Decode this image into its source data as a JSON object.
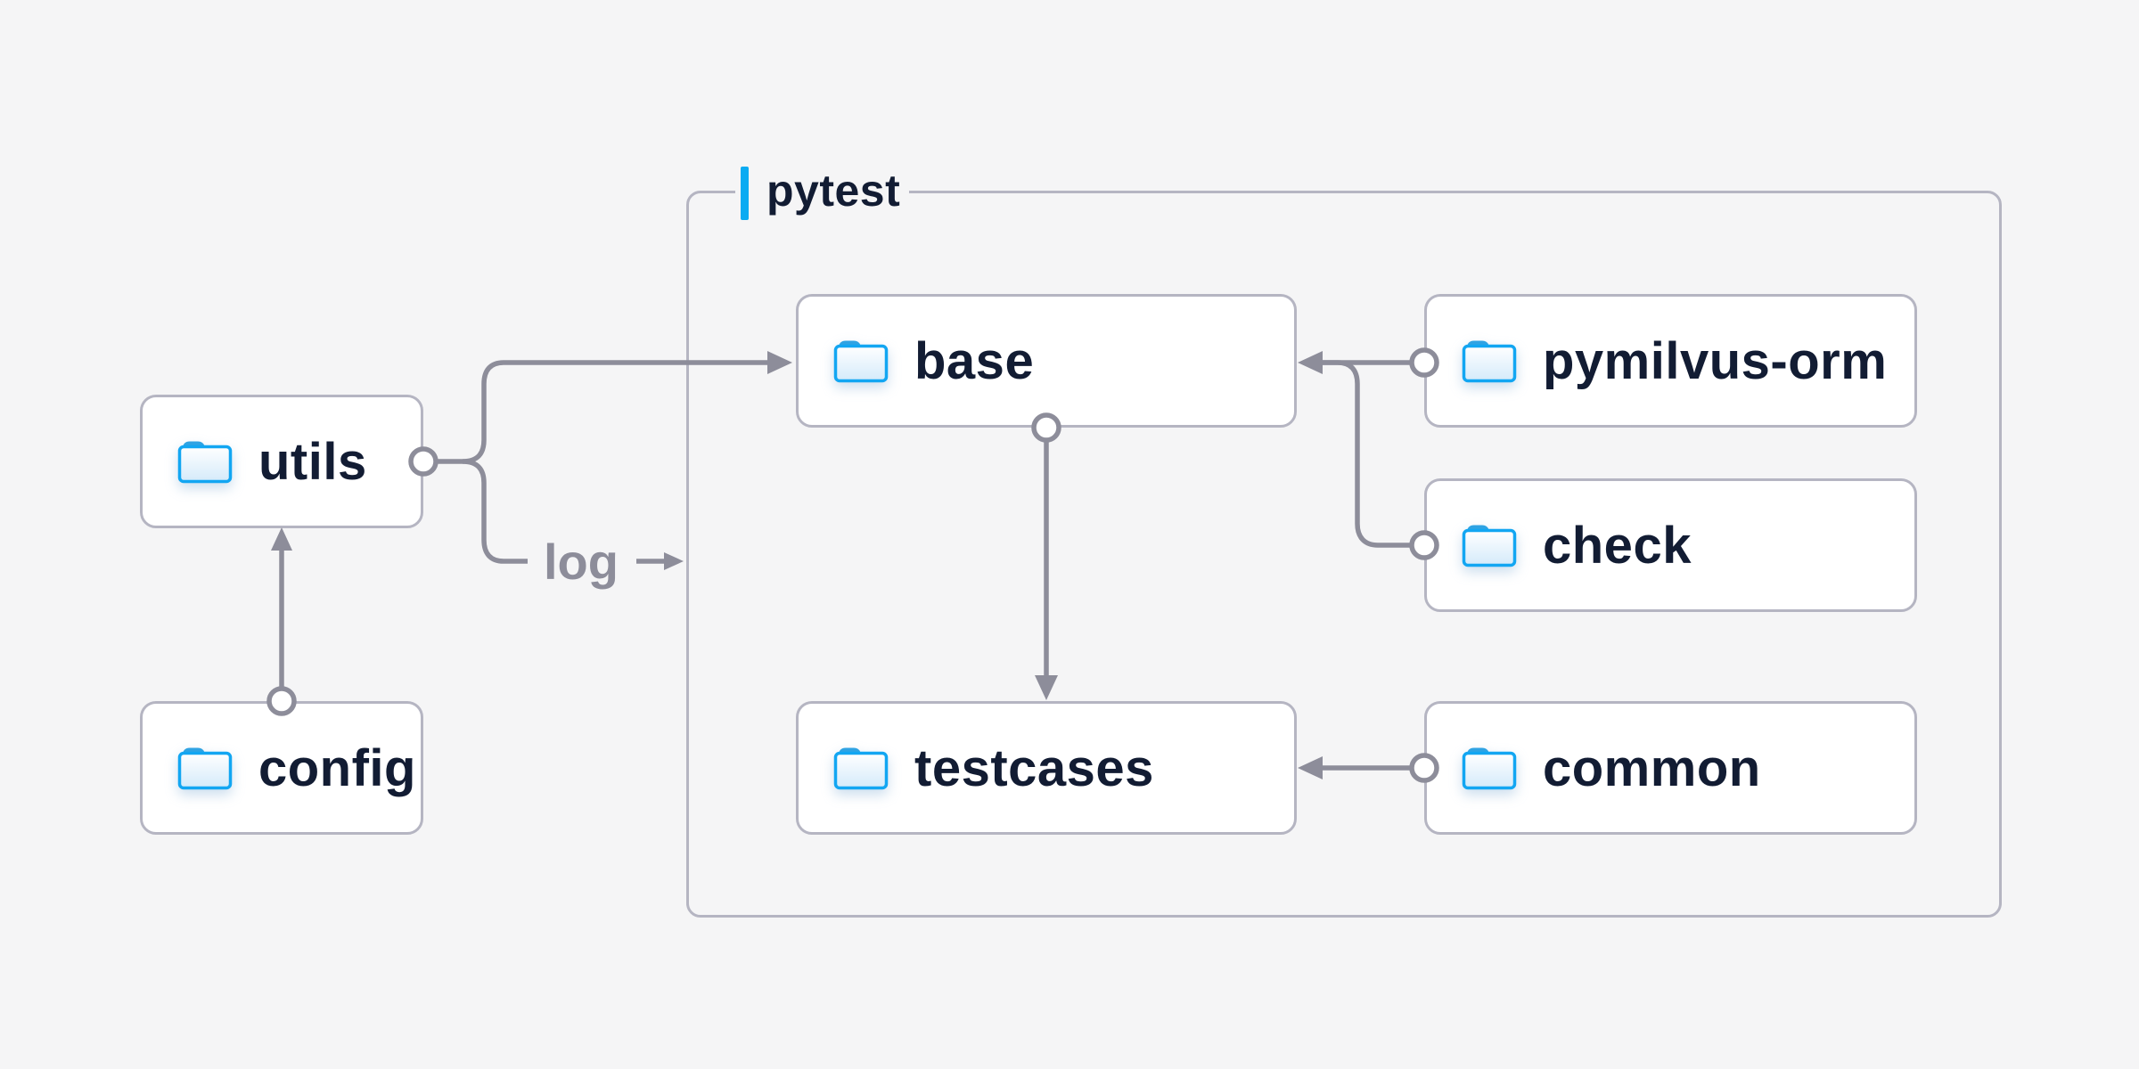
{
  "page": {
    "background": "#f5f5f6"
  },
  "diagram": {
    "container": {
      "title": "pytest",
      "accent_color": "#0aabf2"
    },
    "nodes": [
      {
        "id": "utils",
        "label": "utils"
      },
      {
        "id": "config",
        "label": "config"
      },
      {
        "id": "base",
        "label": "base"
      },
      {
        "id": "testcases",
        "label": "testcases"
      },
      {
        "id": "pymilvus_orm",
        "label": "pymilvus-orm"
      },
      {
        "id": "check",
        "label": "check"
      },
      {
        "id": "common",
        "label": "common"
      }
    ],
    "edges": [
      {
        "from": "config",
        "to": "utils",
        "label": ""
      },
      {
        "from": "utils",
        "to": "base",
        "label": ""
      },
      {
        "from": "utils",
        "to": "pytest",
        "label": "log"
      },
      {
        "from": "pymilvus-orm",
        "to": "base",
        "label": ""
      },
      {
        "from": "check",
        "to": "base",
        "label": ""
      },
      {
        "from": "base",
        "to": "testcases",
        "label": ""
      },
      {
        "from": "common",
        "to": "testcases",
        "label": ""
      }
    ],
    "colors": {
      "node_text": "#121c33",
      "wire": "#8d8d9a",
      "border": "#b5b5c2",
      "node_bg": "#ffffff",
      "folder_stroke": "#12a6f2",
      "folder_tab": "#2fa3e3",
      "accent": "#0aabf2"
    }
  }
}
